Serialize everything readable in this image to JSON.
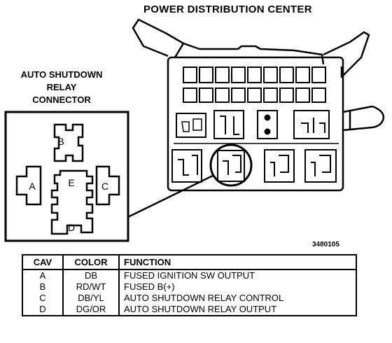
{
  "title": "POWER DISTRIBUTION CENTER",
  "connector_title": [
    "AUTO SHUTDOWN",
    "RELAY",
    "CONNECTOR"
  ],
  "cavity_labels": {
    "a": "A",
    "b": "B",
    "c": "C",
    "d": "D",
    "e": "E"
  },
  "figure_id": "3480105",
  "table": {
    "headers": {
      "cav": "CAV",
      "color": "COLOR",
      "function": "FUNCTION"
    },
    "rows": [
      {
        "cav": "A",
        "color": "DB",
        "function": "FUSED IGNITION SW OUTPUT"
      },
      {
        "cav": "B",
        "color": "RD/WT",
        "function": "FUSED B(+)"
      },
      {
        "cav": "C",
        "color": "DB/YL",
        "function": "AUTO SHUTDOWN RELAY CONTROL"
      },
      {
        "cav": "D",
        "color": "DG/OR",
        "function": "AUTO SHUTDOWN RELAY OUTPUT"
      }
    ]
  }
}
